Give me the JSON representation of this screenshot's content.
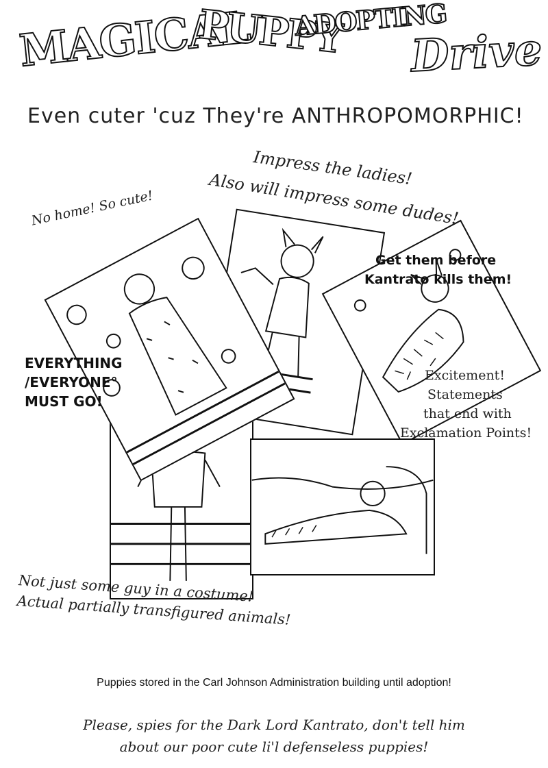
{
  "title": {
    "word1": "MAGICAL",
    "word2": "PUPPY",
    "word3": "ADOPTING",
    "word4": "Drive"
  },
  "subtitle": "Even cuter 'cuz They're ANTHROPOMORPHIC!",
  "captions": {
    "impress_line1": "Impress the ladies!",
    "impress_line2": "Also will impress some dudes!",
    "no_home": "No home! So cute!",
    "get_them_line1": "Get them before",
    "get_them_line2": "Kantrato kills them!",
    "everything_line1": "EVERYTHING",
    "everything_line2": "/EVERYONE°",
    "everything_line3": "MUST GO!",
    "excitement_line1": "Excitement!",
    "excitement_line2": "Statements",
    "excitement_line3": "that end with",
    "excitement_line4": "Exclamation Points!",
    "not_just_line1": "Not just some guy in a costume!",
    "not_just_line2": "Actual partially transfigured animals!"
  },
  "footer": {
    "stored": "Puppies stored in the Carl Johnson Administration building until adoption!",
    "please_line1": "Please, spies for the Dark Lord Kantrato, don't tell him",
    "please_line2": "about our poor cute li'l defenseless puppies!"
  },
  "panels": [
    {
      "subject": "puppy-girl-bubbles"
    },
    {
      "subject": "puppy-boy-sitting"
    },
    {
      "subject": "puppy-lying-fur"
    },
    {
      "subject": "puppy-back-fence"
    },
    {
      "subject": "puppy-reclining-couch"
    }
  ],
  "colors": {
    "ink": "#111111",
    "paper": "#ffffff"
  }
}
